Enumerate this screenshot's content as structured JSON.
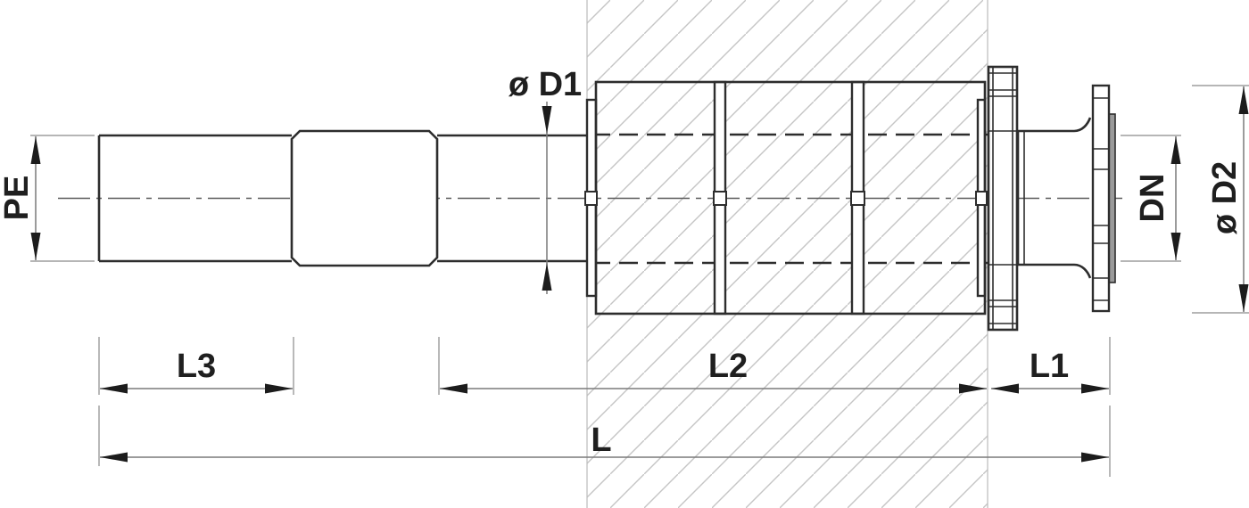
{
  "drawing": {
    "type": "technical-dimension-drawing",
    "subject": "pipe wall sleeve with flange passing through a hatched wall section"
  },
  "labels": {
    "pe": "PE",
    "d1": "ø D1",
    "dn": "DN",
    "d2": "ø D2",
    "l3": "L3",
    "l2": "L2",
    "l1": "L1",
    "l": "L"
  },
  "colors": {
    "background": "#ffffff",
    "outline": "#2d2d2d",
    "hatch": "#c5c5c5",
    "wall_face": "#bfbfbf",
    "centerline": "#5a5a5a",
    "dimension_line": "#7a7a7a",
    "extension_line": "#8a8a8a",
    "arrowhead": "#1c1c1c",
    "label_text": "#1f1f1f",
    "raised_face_fill": "#9a9a9a"
  }
}
